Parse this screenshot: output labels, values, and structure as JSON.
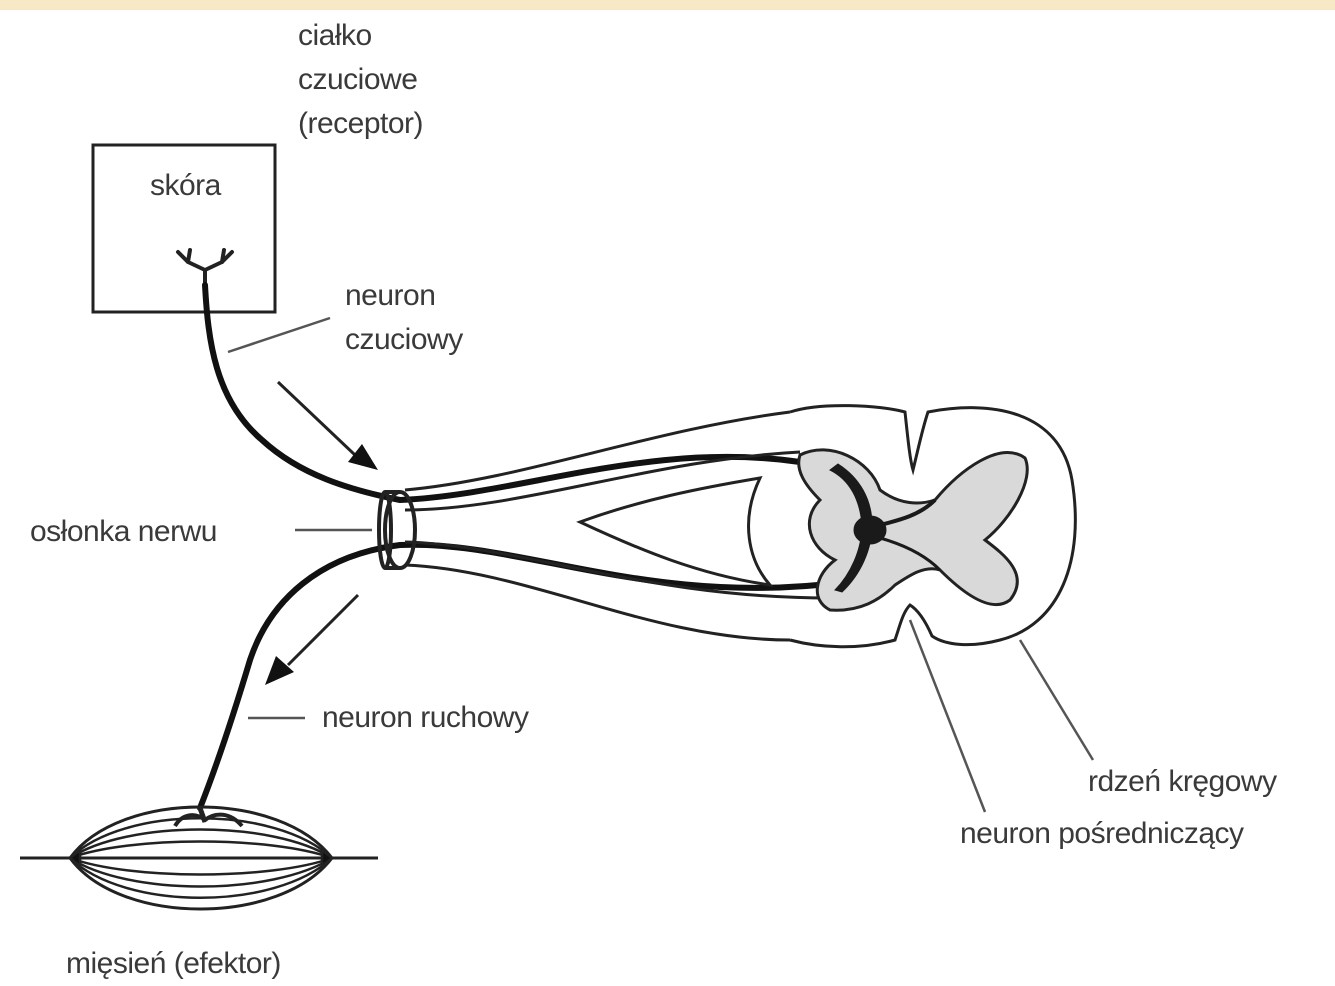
{
  "colors": {
    "top_band": "#f7e8c6",
    "ink": "#222222",
    "label": "#3a3a3a"
  },
  "labels": {
    "receptor": [
      "ciałko",
      "czuciowe",
      "(receptor)"
    ],
    "skin": "skóra",
    "sensory_neuron": [
      "neuron",
      "czuciowy"
    ],
    "nerve_sheath": "osłonka nerwu",
    "motor_neuron": "neuron ruchowy",
    "spinal_cord": "rdzeń kręgowy",
    "interneuron": "neuron pośredniczący",
    "muscle": "mięsień (efektor)"
  }
}
